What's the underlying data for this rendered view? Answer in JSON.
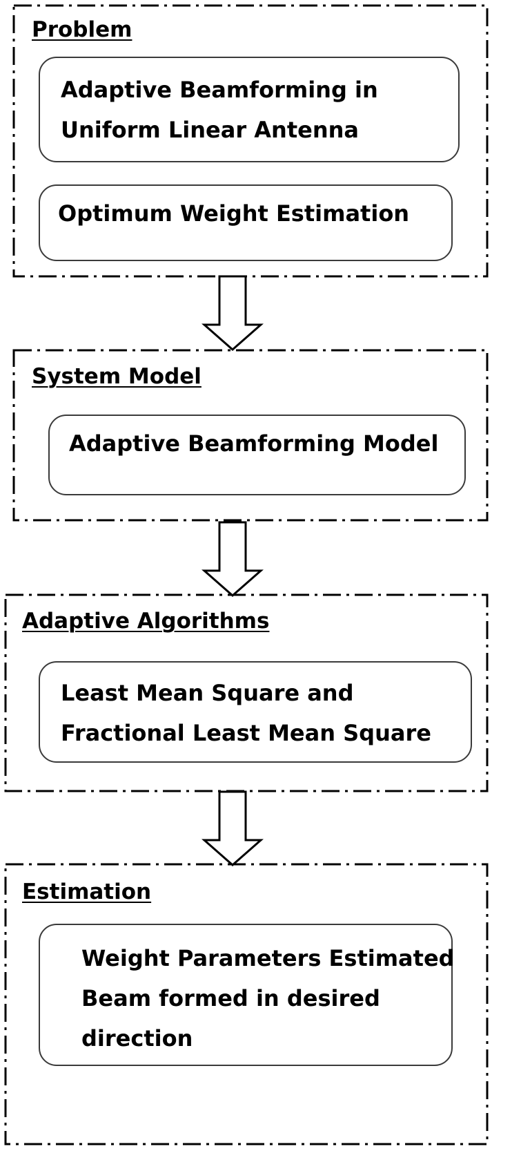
{
  "sections": [
    {
      "title": "Problem",
      "boxes": [
        {
          "lines": [
            "Adaptive Beamforming in",
            "Uniform Linear Antenna"
          ]
        },
        {
          "lines": [
            "Optimum Weight Estimation"
          ]
        }
      ]
    },
    {
      "title": "System Model",
      "boxes": [
        {
          "lines": [
            "Adaptive Beamforming Model"
          ]
        }
      ]
    },
    {
      "title": "Adaptive Algorithms",
      "boxes": [
        {
          "lines": [
            "Least Mean Square and",
            "Fractional Least Mean Square"
          ]
        }
      ]
    },
    {
      "title": "Estimation",
      "boxes": [
        {
          "lines": [
            "Weight Parameters Estimated",
            "Beam formed in desired",
            "direction"
          ]
        }
      ]
    }
  ]
}
